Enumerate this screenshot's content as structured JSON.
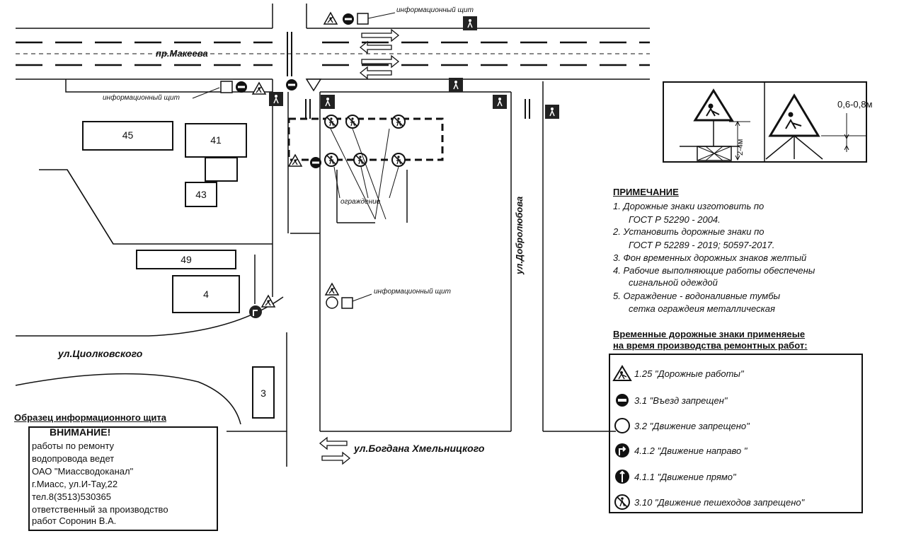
{
  "streets": {
    "makeeva": "пр.Макеева",
    "dobrolyubova": "ул.Добролюбова",
    "tsiolkovskogo": "ул.Циолковского",
    "khmelnitskogo": "ул.Богдана Хмельницкого"
  },
  "buildings": {
    "b45": "45",
    "b41": "41",
    "b43": "43",
    "b49": "49",
    "b4": "4",
    "b3": "3"
  },
  "map_labels": {
    "info_board_top": "информационный щит",
    "info_board_left": "информационный щит",
    "info_board_bottom": "информационный щит",
    "fence": "ограждение"
  },
  "dimensions": {
    "height": "2-4м",
    "offset": "0,6-0,8м"
  },
  "notes": {
    "heading": "ПРИМЕЧАНИЕ",
    "lines": [
      "1.  Дорожные знаки изготовить по",
      "ГОСТ Р 52290 - 2004.",
      "2.  Установить дорожные знаки по",
      "ГОСТ Р 52289 - 2019; 50597-2017.",
      "3.   Фон временных дорожных знаков желтый",
      "4.  Рабочие выполняющие работы обеспечены",
      "сигнальной одеждой",
      "5.  Ограждение - водоналивные тумбы",
      "сетка ограждеия металлическая"
    ]
  },
  "legend": {
    "title_line1": "Временные дорожные знаки применяеые",
    "title_line2": "на время производства ремонтных работ:",
    "items": [
      {
        "icon": "road-works-sign-icon",
        "label": "1.25 \"Дорожные работы\""
      },
      {
        "icon": "no-entry-sign-icon",
        "label": "3.1 \"Въезд запрещен\""
      },
      {
        "icon": "no-traffic-sign-icon",
        "label": "3.2 \"Движение запрещено\""
      },
      {
        "icon": "turn-right-sign-icon",
        "label": "4.1.2 \"Движение направо \""
      },
      {
        "icon": "straight-sign-icon",
        "label": "4.1.1 \"Движение прямо\""
      },
      {
        "icon": "no-pedestrians-sign-icon",
        "label": "3.10 \"Движение пешеходов запрещено\""
      }
    ]
  },
  "info_board": {
    "title": "Образец информационного щита",
    "heading": "ВНИМАНИЕ!",
    "lines": [
      "работы по ремонту",
      "водопровода ведет",
      "ОАО \"Миассводоканал\"",
      "г.Миасс, ул.И-Тау,22",
      "тел.8(3513)530365",
      "ответственный за производство",
      "работ Соронин В.А."
    ]
  },
  "colors": {
    "ink": "#111111",
    "paper": "#ffffff"
  }
}
